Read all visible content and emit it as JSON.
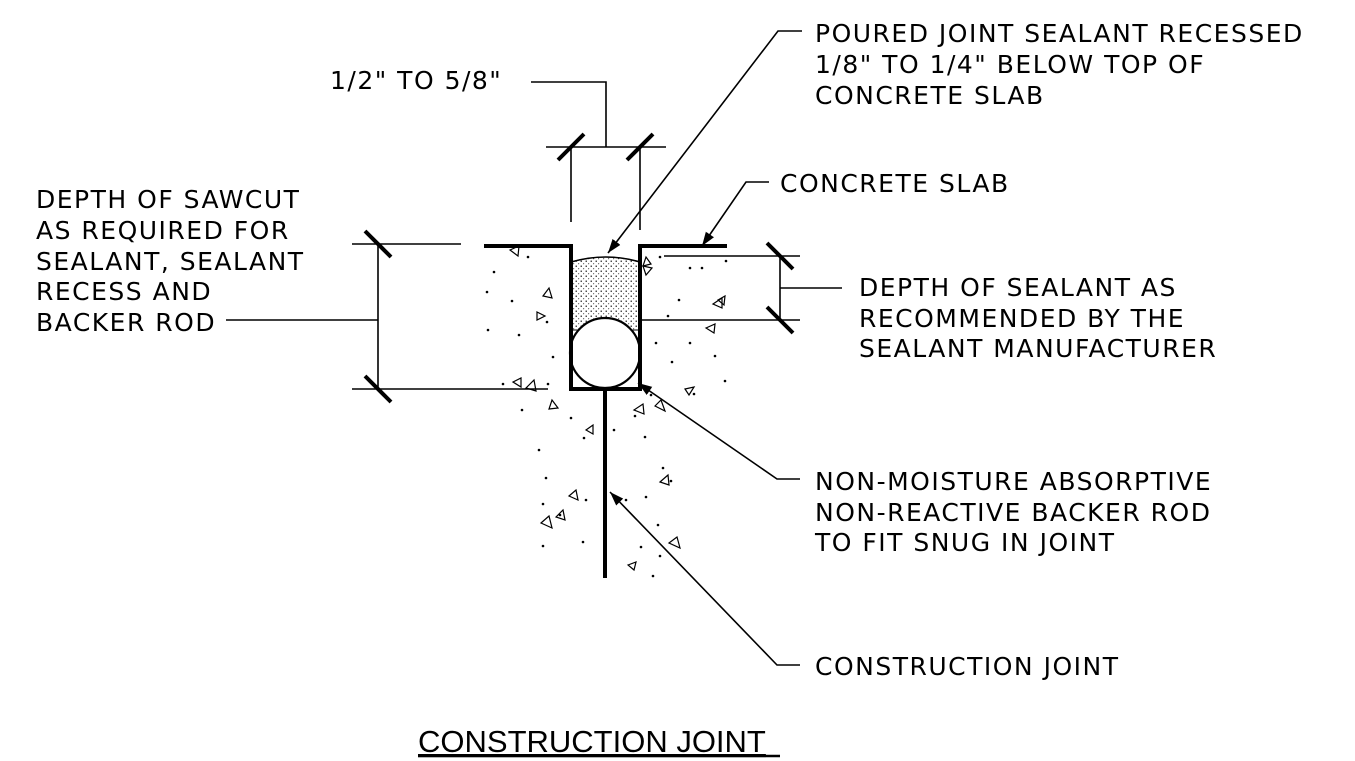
{
  "title": "CONSTRUCTION JOINT",
  "labels": {
    "joint_width": "1/2\" TO 5/8\"",
    "poured_sealant": [
      "POURED JOINT SEALANT RECESSED",
      "1/8\" TO 1/4\" BELOW TOP OF",
      "CONCRETE SLAB"
    ],
    "concrete_slab": "CONCRETE SLAB",
    "sawcut_depth": [
      "DEPTH OF SAWCUT",
      "AS REQUIRED FOR",
      "SEALANT, SEALANT",
      "RECESS AND",
      "BACKER ROD"
    ],
    "sealant_depth": [
      "DEPTH OF SEALANT AS",
      "RECOMMENDED BY THE",
      "SEALANT MANUFACTURER"
    ],
    "backer_rod": [
      "NON-MOISTURE ABSORPTIVE",
      "NON-REACTIVE BACKER ROD",
      "TO FIT SNUG IN JOINT"
    ],
    "construction_joint": "CONSTRUCTION JOINT"
  }
}
